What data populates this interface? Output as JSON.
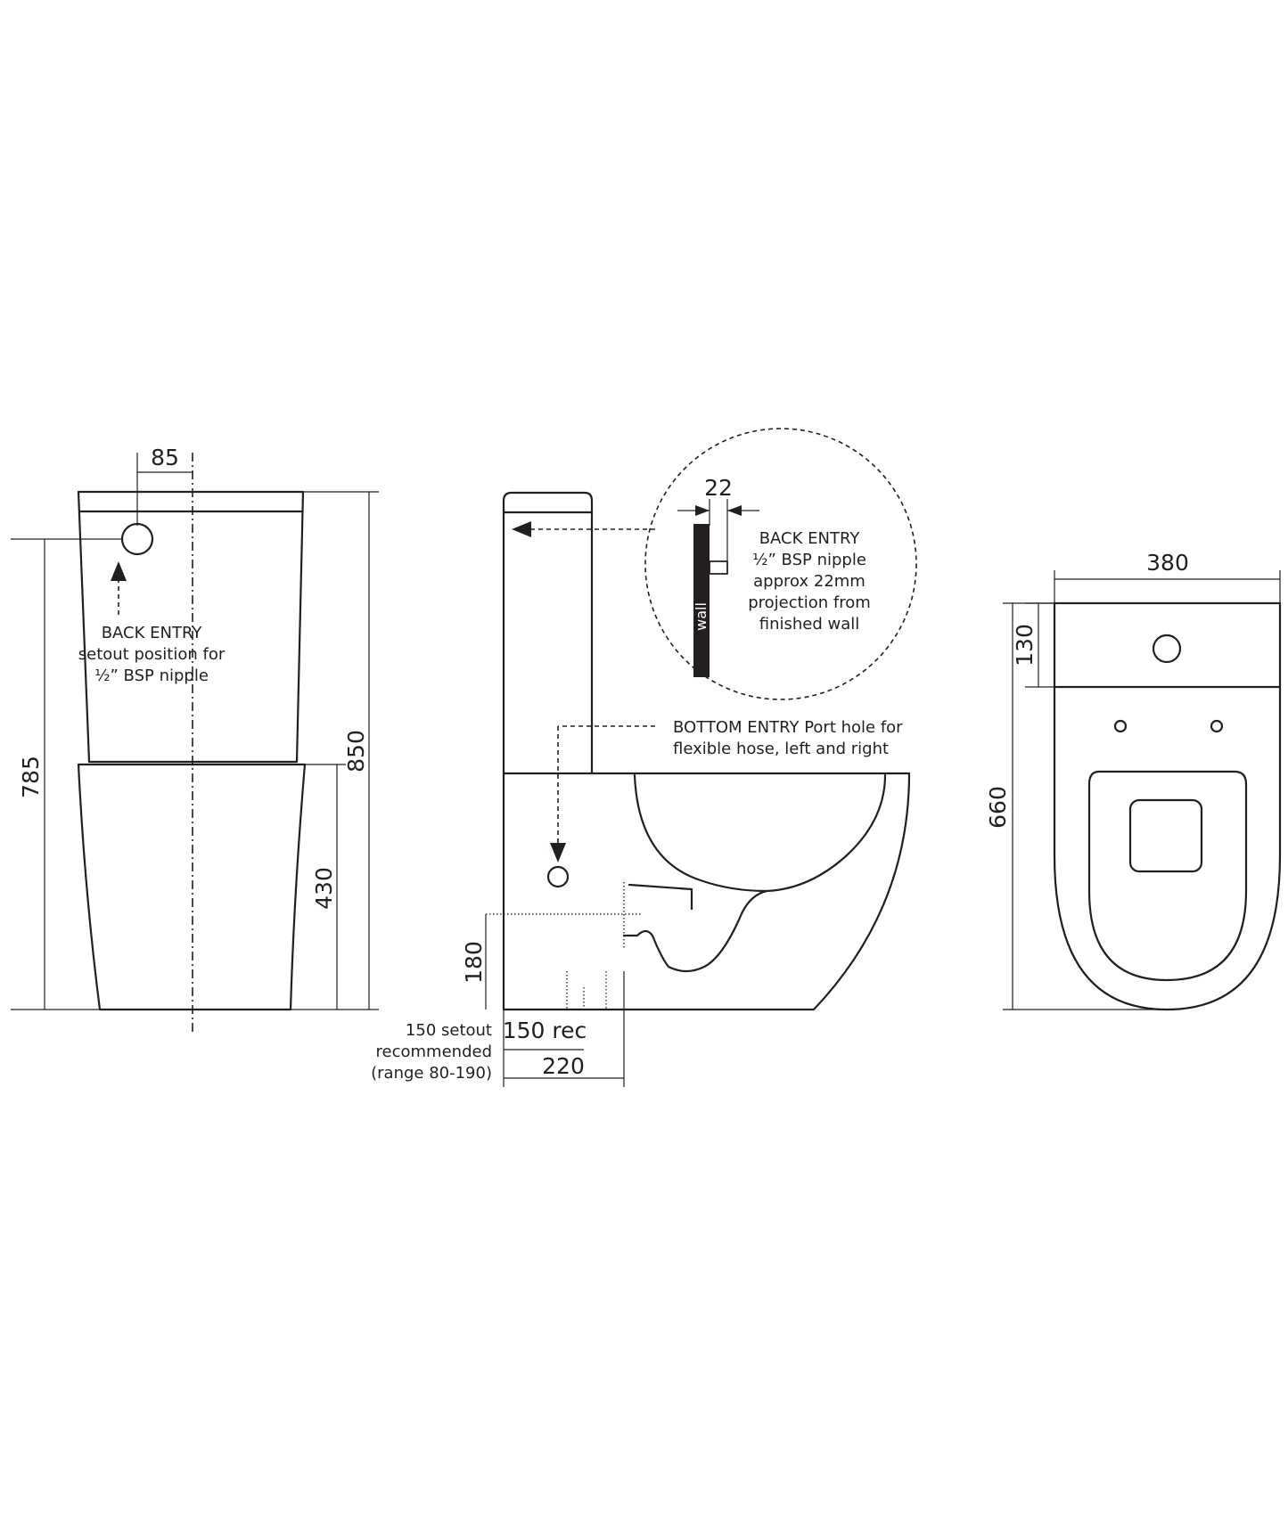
{
  "front_view": {
    "dim_nipple_offset": "85",
    "dim_nipple_height": "785",
    "dim_total_height": "850",
    "dim_pan_height": "430",
    "note_line1": "BACK ENTRY",
    "note_line2": "setout position for",
    "note_line3": "½” BSP nipple"
  },
  "side_view": {
    "dim_projection": "22",
    "detail_line1": "BACK ENTRY",
    "detail_line2": "½” BSP nipple",
    "detail_line3": "approx 22mm",
    "detail_line4": "projection from",
    "detail_line5": "finished wall",
    "wall_label": "wall",
    "bottom_entry_line1": "BOTTOM ENTRY  Port hole for",
    "bottom_entry_line2": "flexible hose, left and right",
    "dim_outlet_height": "180",
    "setout_line1": "150 setout",
    "setout_line2": "recommended",
    "setout_line3": "(range 80-190)",
    "dim_setout_rec": "150 rec",
    "dim_base_depth": "220"
  },
  "top_view": {
    "dim_width": "380",
    "dim_cistern_depth": "130",
    "dim_total_depth": "660"
  }
}
